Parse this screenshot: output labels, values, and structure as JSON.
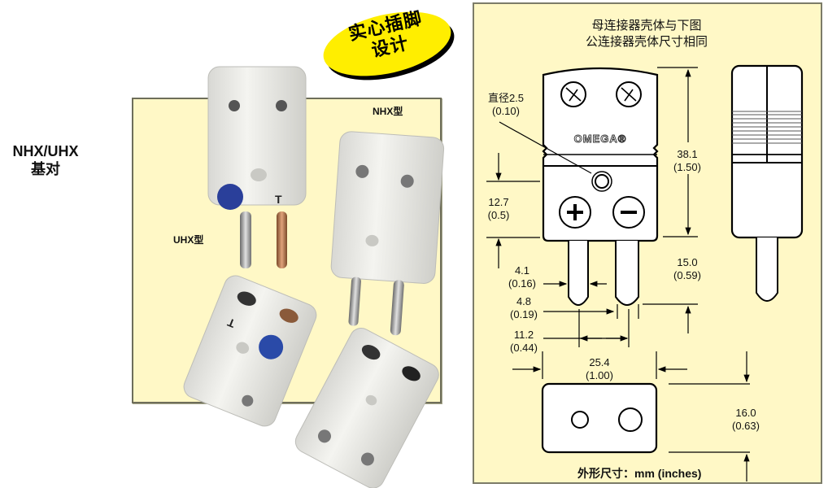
{
  "left_section": {
    "title_line1": "NHX/UHX",
    "title_line2": "基对",
    "badge": {
      "line1": "实心插脚",
      "line2": "设计",
      "color": "#ffee00"
    },
    "photo_labels": {
      "nhx": "NHX型",
      "uhx": "UHX型"
    },
    "connector_marks": {
      "uhx_type_letter": "T",
      "uhx_female_type_letter": "T"
    },
    "panel_color": "#fff8c6"
  },
  "drawing": {
    "title_line1": "母连接器壳体与下图",
    "title_line2": "公连接器壳体尺寸相同",
    "brand_logo": "OMEGA®",
    "dimensions": {
      "hole_dia": {
        "mm": "直径2.5",
        "in": "(0.10)"
      },
      "body_lower": {
        "mm": "12.7",
        "in": "(0.5)"
      },
      "body_height": {
        "mm": "38.1",
        "in": "(1.50)"
      },
      "pin_length": {
        "mm": "15.0",
        "in": "(0.59)"
      },
      "pin_dia_small": {
        "mm": "4.1",
        "in": "(0.16)"
      },
      "pin_dia_large": {
        "mm": "4.8",
        "in": "(0.19)"
      },
      "pin_spacing": {
        "mm": "11.2",
        "in": "(0.44)"
      },
      "face_width": {
        "mm": "25.4",
        "in": "(1.00)"
      },
      "face_height": {
        "mm": "16.0",
        "in": "(0.63)"
      }
    },
    "units_note": "外形尺寸：mm (inches)",
    "panel_color": "#fff8c6"
  }
}
